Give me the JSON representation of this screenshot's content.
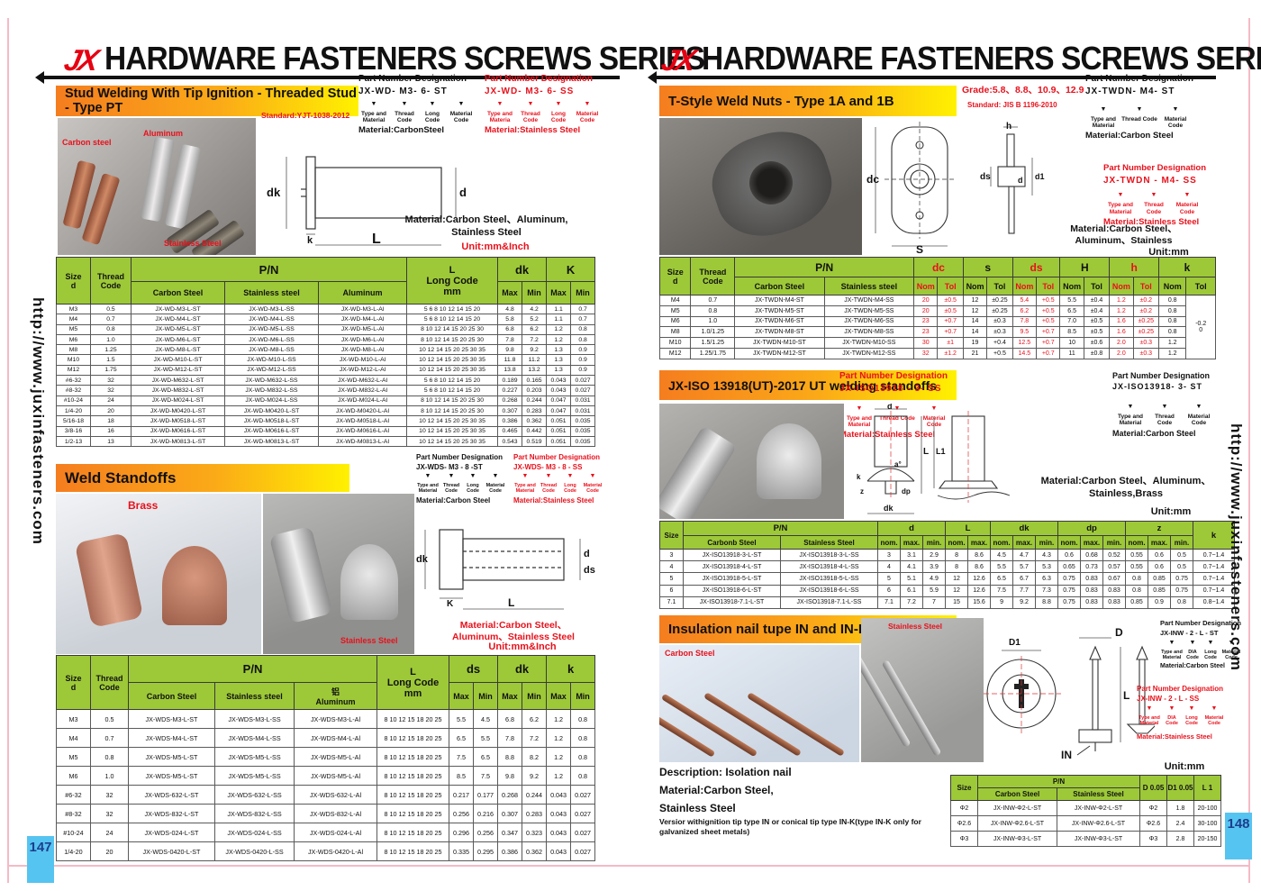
{
  "brand": {
    "logo": "JX",
    "title": "HARDWARE  FASTENERS SCREWS  SERIES",
    "site_url": "http://www.juxinfasteners.com"
  },
  "left": {
    "page_number": "147",
    "s1": {
      "banner": "Stud Welding With Tip Ignition - Threaded Stud - Type PT",
      "standard": "Standard:YJT-1038-2012",
      "photo": {
        "carbon": "Carbon steel",
        "aluminum": "Aluminum",
        "stainless": "Stainless Steel"
      },
      "pnd_black": {
        "title": "Part Number Designation",
        "code": "JX-WD- M3-  6-  ST",
        "l1": "Type\nand\nMaterial",
        "l2": "Thread\nCode",
        "l3": "Long\nCode",
        "l4": "Material\nCode",
        "material": "Material:CarbonSteel"
      },
      "pnd_red": {
        "title": "Part Number Designation",
        "code": "JX-WD-  M3-  6- SS",
        "l1": "Type\nand\nMateria",
        "l2": "Thread\nCode",
        "l3": "Long\nCode",
        "l4": "Material\nCode",
        "material": "Material:Stainless Steel"
      },
      "material_note": "Material:Carbon Steel、Aluminum,\nStainless Steel",
      "unit": "Unit:mm&Inch",
      "dims": {
        "dk": "dk",
        "d": "d",
        "k": "k",
        "L": "L"
      }
    },
    "t1": {
      "h": {
        "size": "Size\nd",
        "thread": "Thread\nCode",
        "pn": "P/N",
        "carbon": "Carbon Steel",
        "stainless": "Stainless steel",
        "aluminum": "Aluminum",
        "L": "L\nLong Code\nmm",
        "dk": "dk",
        "K": "K",
        "max": "Max",
        "min": "Min"
      },
      "rows": [
        [
          "M3",
          "0.5",
          "JX-WD-M3-L-ST",
          "JX-WD-M3-L-SS",
          "JX-WD-M3-L-Al",
          "5 6 8 10 12 14 15 20",
          "4.8",
          "4.2",
          "1.1",
          "0.7"
        ],
        [
          "M4",
          "0.7",
          "JX-WD-M4-L-ST",
          "JX-WD-M4-L-SS",
          "JX-WD-M4-L-Al",
          "5 6 8 10 12 14 15 20",
          "5.8",
          "5.2",
          "1.1",
          "0.7"
        ],
        [
          "M5",
          "0.8",
          "JX-WD-M5-L-ST",
          "JX-WD-M5-L-SS",
          "JX-WD-M5-L-Al",
          "8 10 12 14 15 20 25 30",
          "6.8",
          "6.2",
          "1.2",
          "0.8"
        ],
        [
          "M6",
          "1.0",
          "JX-WD-M6-L-ST",
          "JX-WD-M6-L-SS",
          "JX-WD-M6-L-Al",
          "8 10 12 14 15 20 25 30",
          "7.8",
          "7.2",
          "1.2",
          "0.8"
        ],
        [
          "M8",
          "1.25",
          "JX-WD-M8-L-ST",
          "JX-WD-M8-L-SS",
          "JX-WD-M8-L-Al",
          "10 12 14 15 20 25 30 35",
          "9.8",
          "9.2",
          "1.3",
          "0.9"
        ],
        [
          "M10",
          "1.5",
          "JX-WD-M10-L-ST",
          "JX-WD-M10-L-SS",
          "JX-WD-M10-L-Al",
          "10 12 14 15 20 25 30 35",
          "11.8",
          "11.2",
          "1.3",
          "0.9"
        ],
        [
          "M12",
          "1.75",
          "JX-WD-M12-L-ST",
          "JX-WD-M12-L-SS",
          "JX-WD-M12-L-Al",
          "10 12 14 15 20 25 30 35",
          "13.8",
          "13.2",
          "1.3",
          "0.9"
        ],
        [
          "#6-32",
          "32",
          "JX-WD-M632-L-ST",
          "JX-WD-M632-L-SS",
          "JX-WD-M632-L-Al",
          "5 6 8 10 12 14 15 20",
          "0.189",
          "0.165",
          "0.043",
          "0.027"
        ],
        [
          "#8-32",
          "32",
          "JX-WD-M832-L-ST",
          "JX-WD-M832-L-SS",
          "JX-WD-M832-L-Al",
          "5 6 8 10 12 14 15 20",
          "0.227",
          "0.203",
          "0.043",
          "0.027"
        ],
        [
          "#10-24",
          "24",
          "JX-WD-M024-L-ST",
          "JX-WD-M024-L-SS",
          "JX-WD-M024-L-Al",
          "8 10 12 14 15 20 25 30",
          "0.268",
          "0.244",
          "0.047",
          "0.031"
        ],
        [
          "1/4-20",
          "20",
          "JX-WD-M0420-L-ST",
          "JX-WD-M0420-L-ST",
          "JX-WD-M0420-L-Al",
          "8 10 12 14 15 20 25 30",
          "0.307",
          "0.283",
          "0.047",
          "0.031"
        ],
        [
          "5/16-18",
          "18",
          "JX-WD-M0518-L-ST",
          "JX-WD-M0518-L-ST",
          "JX-WD-M0518-L-Al",
          "10 12 14 15 20 25 30 35",
          "0.386",
          "0.362",
          "0.051",
          "0.035"
        ],
        [
          "3/8-16",
          "16",
          "JX-WD-M0616-L-ST",
          "JX-WD-M0616-L-ST",
          "JX-WD-M0616-L-Al",
          "10 12 14 15 20 25 30 35",
          "0.465",
          "0.442",
          "0.051",
          "0.035"
        ],
        [
          "1/2-13",
          "13",
          "JX-WD-M0813-L-ST",
          "JX-WD-M0813-L-ST",
          "JX-WD-M0813-L-Al",
          "10 12 14 15 20 25 30 35",
          "0.543",
          "0.519",
          "0.051",
          "0.035"
        ]
      ]
    },
    "s2": {
      "banner": "Weld Standoffs",
      "photo": {
        "brass": "Brass",
        "stainless": "Stainless Steel"
      },
      "pnd_black": {
        "title": "Part Number Designation",
        "code": "JX-WDS-  M3 - 8 -ST",
        "l1": "Type\nand\nMaterial",
        "l2": "Thread\nCode",
        "l3": "Long\nCode",
        "l4": "Material\nCode",
        "material": "Material:Carbon Steel"
      },
      "pnd_red": {
        "title": "Part Number Designation",
        "code": "JX-WDS-  M3 - 8  -  SS",
        "l1": "Type\nand\nMaterial",
        "l2": "Thread\nCode",
        "l3": "Long\nCode",
        "l4": "Material\nCode",
        "material": "Material:Stainless Steel"
      },
      "material_note": "Material:Carbon Steel、\nAluminum、Stainless Steel",
      "unit": "Unit:mm&Inch",
      "dims": {
        "dk": "dk",
        "ds": "ds",
        "d": "d",
        "K": "K",
        "L": "L"
      }
    },
    "t2": {
      "h": {
        "size": "Size\nd",
        "thread": "Thread\nCode",
        "pn": "P/N",
        "carbon": "Carbon Steel",
        "stainless": "Stainless steel",
        "aluminum": "铝\nAluminum",
        "L": "L\nLong Code\nmm",
        "ds": "ds",
        "dk": "dk",
        "k": "k",
        "max": "Max",
        "min": "Min"
      },
      "rows": [
        [
          "M3",
          "0.5",
          "JX-WDS-M3-L-ST",
          "JX-WDS-M3-L-SS",
          "JX-WDS-M3-L-Al",
          "8 10 12 15 18 20 25",
          "5.5",
          "4.5",
          "6.8",
          "6.2",
          "1.2",
          "0.8"
        ],
        [
          "M4",
          "0.7",
          "JX-WDS-M4-L-ST",
          "JX-WDS-M4-L-SS",
          "JX-WDS-M4-L-Al",
          "8 10 12 15 18 20 25",
          "6.5",
          "5.5",
          "7.8",
          "7.2",
          "1.2",
          "0.8"
        ],
        [
          "M5",
          "0.8",
          "JX-WDS-M5-L-ST",
          "JX-WDS-M5-L-SS",
          "JX-WDS-M5-L-Al",
          "8 10 12 15 18 20 25",
          "7.5",
          "6.5",
          "8.8",
          "8.2",
          "1.2",
          "0.8"
        ],
        [
          "M6",
          "1.0",
          "JX-WDS-M5-L-ST",
          "JX-WDS-M5-L-SS",
          "JX-WDS-M5-L-Al",
          "8 10 12 15 18 20 25",
          "8.5",
          "7.5",
          "9.8",
          "9.2",
          "1.2",
          "0.8"
        ],
        [
          "#6-32",
          "32",
          "JX-WDS-632-L-ST",
          "JX-WDS-632-L-SS",
          "JX-WDS-632-L-Al",
          "8 10 12 15 18 20 25",
          "0.217",
          "0.177",
          "0.268",
          "0.244",
          "0.043",
          "0.027"
        ],
        [
          "#8-32",
          "32",
          "JX-WDS-832-L-ST",
          "JX-WDS-832-L-SS",
          "JX-WDS-832-L-Al",
          "8 10 12 15 18 20 25",
          "0.256",
          "0.216",
          "0.307",
          "0.283",
          "0.043",
          "0.027"
        ],
        [
          "#10-24",
          "24",
          "JX-WDS-024-L-ST",
          "JX-WDS-024-L-SS",
          "JX-WDS-024-L-Al",
          "8 10 12 15 18 20 25",
          "0.296",
          "0.256",
          "0.347",
          "0.323",
          "0.043",
          "0.027"
        ],
        [
          "1/4-20",
          "20",
          "JX-WDS-0420-L-ST",
          "JX-WDS-0420-L-SS",
          "JX-WDS-0420-L-Al",
          "8 10 12 15 18 20 25",
          "0.335",
          "0.295",
          "0.386",
          "0.362",
          "0.043",
          "0.027"
        ]
      ]
    }
  },
  "right": {
    "page_number": "148",
    "s1": {
      "banner": "T-Style Weld Nuts - Type 1A and 1B",
      "grade": "Grade:5.8、8.8、10.9、12.9",
      "standard": "Standard: JIS B 1196-2010",
      "pnd_black": {
        "title": "Part Number Designation",
        "code": "JX-TWDN- M4-   ST",
        "l1": "Type\nand\nMaterial",
        "l2": "Thread\nCode",
        "l3": "Material\nCode",
        "material": "Material:Carbon Steel"
      },
      "pnd_red": {
        "title": "Part Number Designation",
        "code": "JX-TWDN - M4-  SS",
        "l1": "Type\nand\nMaterial",
        "l2": "Thread\nCode",
        "l3": "Material\nCode",
        "material": "Material:Stainless Steel"
      },
      "material_note": "Material:Carbon Steel、\nAluminum、Stainless",
      "unit": "Unit:mm",
      "dims": {
        "dc": "dc",
        "S": "S",
        "h": "h",
        "ds": "ds",
        "d": "d",
        "d1": "d1"
      }
    },
    "t3": {
      "h": {
        "size": "Size\nd",
        "thread": "Thread\nCode",
        "pn": "P/N",
        "carbon": "Carbon Steel",
        "stainless": "Stainless steel",
        "dc": "dc",
        "s": "s",
        "ds": "ds",
        "H": "H",
        "hh": "h",
        "k": "k",
        "nom": "Nom",
        "tol": "Tol"
      },
      "rows": [
        [
          "M4",
          "0.7",
          "JX-TWDN-M4-ST",
          "JX-TWDN-M4-SS",
          "20",
          "±0.5",
          "12",
          "±0.25",
          "5.4",
          "+0.5",
          "5.5",
          "±0.4",
          "1.2",
          "±0.2",
          "0.8",
          {
            "t": "-0.2\n0",
            "rs": 6
          }
        ],
        [
          "M5",
          "0.8",
          "JX-TWDN-M5-ST",
          "JX-TWDN-M5-SS",
          "20",
          "±0.5",
          "12",
          "±0.25",
          "6.2",
          "+0.5",
          "6.5",
          "±0.4",
          "1.2",
          "±0.2",
          "0.8"
        ],
        [
          "M6",
          "1.0",
          "JX-TWDN-M6-ST",
          "JX-TWDN-M6-SS",
          "23",
          "+0.7",
          "14",
          "±0.3",
          "7.8",
          "+0.5",
          "7.0",
          "±0.5",
          "1.6",
          "±0.25",
          "0.8"
        ],
        [
          "M8",
          "1.0/1.25",
          "JX-TWDN-M8-ST",
          "JX-TWDN-M8-SS",
          "23",
          "+0.7",
          "14",
          "±0.3",
          "9.5",
          "+0.7",
          "8.5",
          "±0.5",
          "1.6",
          "±0.25",
          "0.8"
        ],
        [
          "M10",
          "1.5/1.25",
          "JX-TWDN-M10-ST",
          "JX-TWDN-M10-SS",
          "30",
          "±1",
          "19",
          "+0.4",
          "12.5",
          "+0.7",
          "10",
          "±0.6",
          "2.0",
          "±0.3",
          "1.2"
        ],
        [
          "M12",
          "1.25/1.75",
          "JX-TWDN-M12-ST",
          "JX-TWDN-M12-SS",
          "32",
          "±1.2",
          "21",
          "+0.5",
          "14.5",
          "+0.7",
          "11",
          "±0.8",
          "2.0",
          "±0.3",
          "1.2"
        ]
      ]
    },
    "s2": {
      "banner": "JX-ISO 13918(UT)-2017  UT welding standoffs",
      "pnd_red": {
        "title": "Part Number Designation",
        "code": "JX-ISO13918 - 3-   SS",
        "l1": "Type\nand\nMaterial",
        "l2": "Thread\nCode",
        "l3": "Material\nCode",
        "material": "Material:Stainless Steel"
      },
      "pnd_black": {
        "title": "Part Number Designation",
        "code": "JX-ISO13918- 3-   ST",
        "l1": "Type\nand\nMaterial",
        "l2": "Thread\nCode",
        "l3": "Material\nCode",
        "material": "Material:Carbon Steel"
      },
      "material_note": "Material:Carbon Steel、Aluminum、\nStainless,Brass",
      "unit": "Unit:mm",
      "dims": {
        "d": "d",
        "L": "L",
        "L1": "L1",
        "a": "a°",
        "k": "k",
        "z": "z",
        "dp": "dp",
        "dk": "dk"
      }
    },
    "t4": {
      "h": {
        "size": "Size",
        "pn": "P/N",
        "carbon": "Carbonb Steel",
        "stainless": "Stainless Steel",
        "d": "d",
        "L": "L",
        "dk": "dk",
        "dp": "dp",
        "z": "z",
        "k": "k",
        "nom": "nom.",
        "max": "max.",
        "min": "min."
      },
      "rows": [
        [
          "3",
          "JX-ISO13918-3-L-ST",
          "JX-ISO13918-3-L-SS",
          "3",
          "3.1",
          "2.9",
          "8",
          "8.6",
          "4.5",
          "4.7",
          "4.3",
          "0.6",
          "0.68",
          "0.52",
          "0.55",
          "0.6",
          "0.5",
          "0.7~1.4"
        ],
        [
          "4",
          "JX-ISO13918-4-L-ST",
          "JX-ISO13918-4-L-SS",
          "4",
          "4.1",
          "3.9",
          "8",
          "8.6",
          "5.5",
          "5.7",
          "5.3",
          "0.65",
          "0.73",
          "0.57",
          "0.55",
          "0.6",
          "0.5",
          "0.7~1.4"
        ],
        [
          "5",
          "JX-ISO13918-5-L-ST",
          "JX-ISO13918-5-L-SS",
          "5",
          "5.1",
          "4.9",
          "12",
          "12.6",
          "6.5",
          "6.7",
          "6.3",
          "0.75",
          "0.83",
          "0.67",
          "0.8",
          "0.85",
          "0.75",
          "0.7~1.4"
        ],
        [
          "6",
          "JX-ISO13918-6-L-ST",
          "JX-ISO13918-6-L-SS",
          "6",
          "6.1",
          "5.9",
          "12",
          "12.6",
          "7.5",
          "7.7",
          "7.3",
          "0.75",
          "0.83",
          "0.83",
          "0.8",
          "0.85",
          "0.75",
          "0.7~1.4"
        ],
        [
          "7.1",
          "JX-ISO13918-7.1-L-ST",
          "JX-ISO13918-7.1-L-SS",
          "7.1",
          "7.2",
          "7",
          "15",
          "15.6",
          "9",
          "9.2",
          "8.8",
          "0.75",
          "0.83",
          "0.83",
          "0.85",
          "0.9",
          "0.8",
          "0.8~1.4"
        ]
      ]
    },
    "s3": {
      "banner": "Insulation nail tupe IN and IN-K with clip",
      "photo": {
        "carbon": "Carbon Steel",
        "stainless": "Stainless Steel"
      },
      "pnd_black": {
        "title": "Part Number Designation",
        "code": "JX-INW - 2 - L - ST",
        "l1": "Type\nand\nMaterial",
        "l2": "DIA\nCode",
        "l3": "Long\nCode",
        "l4": "Material\nCode",
        "material": "Material:Carbon Steel"
      },
      "pnd_red": {
        "title": "Part Number Designation",
        "code": "JX-INW - 2  - L  -  SS",
        "l1": "Type\nand\nMaterial",
        "l2": "DIA\nCode",
        "l3": "Long\nCode",
        "l4": "Material\nCode",
        "material": "Material:Stainless Steel"
      },
      "desc1": "Description: Isolation nail",
      "desc2": "Material:Carbon Steel,",
      "desc3": "Stainless Steel",
      "desc4": "Versior withignition tip type IN or conical tip type IN-K(type IN-K only for galvanized sheet metals)",
      "unit": "Unit:mm",
      "dims": {
        "D": "D",
        "D1": "D1",
        "L": "L",
        "IN": "IN"
      }
    },
    "t5": {
      "h": {
        "size": "Size",
        "pn": "P/N",
        "carbon": "Carbon Steel",
        "stainless": "Stainless Steel",
        "D": "D   0.05",
        "D1": "D1   0.05",
        "L": "L   1"
      },
      "rows": [
        [
          "Φ2",
          "JX-INW-Φ2-L-ST",
          "JX-INW-Φ2-L-ST",
          "Φ2",
          "1.8",
          "20-100"
        ],
        [
          "Φ2.6",
          "JX-INW-Φ2.6-L-ST",
          "JX-INW-Φ2.6-L-ST",
          "Φ2.6",
          "2.4",
          "30-100"
        ],
        [
          "Φ3",
          "JX-INW-Φ3-L-ST",
          "JX-INW-Φ3-L-ST",
          "Φ3",
          "2.8",
          "20-150"
        ]
      ]
    }
  }
}
